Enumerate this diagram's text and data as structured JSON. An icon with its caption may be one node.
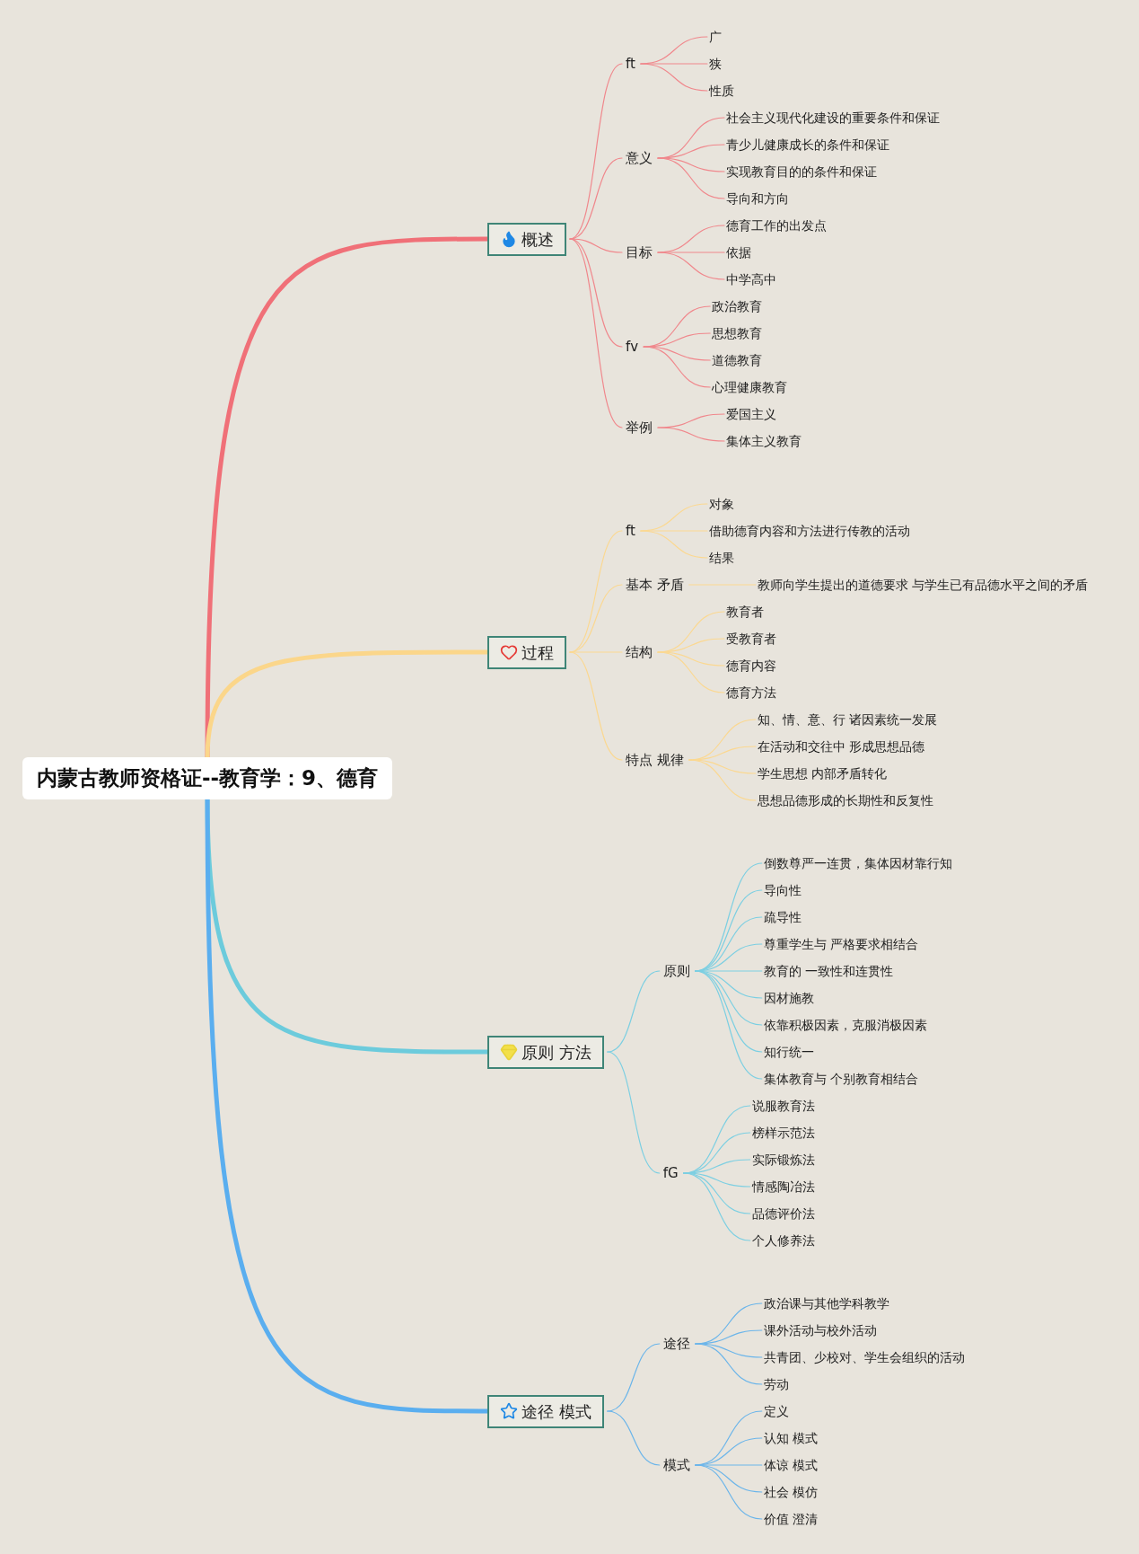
{
  "diagram": {
    "nodes": [
      {
        "text": [
          "内蒙古教师资格证--教育学：9、德育"
        ]
      },
      {
        "text": [
          "概述"
        ]
      },
      {
        "text": [
          "ft"
        ]
      },
      {
        "text": [
          "广"
        ]
      },
      {
        "text": [
          "狭"
        ]
      },
      {
        "text": [
          "性质"
        ]
      },
      {
        "text": [
          "意义"
        ]
      },
      {
        "text": [
          "社会主义现代化建设的重要条件和保证"
        ]
      },
      {
        "text": [
          "青少儿健康成长的条件和保证"
        ]
      },
      {
        "text": [
          "实现教育目的的条件和保证"
        ]
      },
      {
        "text": [
          "导向和方向"
        ]
      },
      {
        "text": [
          "目标"
        ]
      },
      {
        "text": [
          "德育工作的出发点"
        ]
      },
      {
        "text": [
          "依据"
        ]
      },
      {
        "text": [
          "中学高中"
        ]
      },
      {
        "text": [
          "fv"
        ]
      },
      {
        "text": [
          "政治教育"
        ]
      },
      {
        "text": [
          "思想教育"
        ]
      },
      {
        "text": [
          "道德教育"
        ]
      },
      {
        "text": [
          "心理健康教育"
        ]
      },
      {
        "text": [
          "举例"
        ]
      },
      {
        "text": [
          "爱国主义"
        ]
      },
      {
        "text": [
          "集体主义教育"
        ]
      },
      {
        "text": [
          "过程"
        ]
      },
      {
        "text": [
          "ft"
        ]
      },
      {
        "text": [
          "对象"
        ]
      },
      {
        "text": [
          "借助德育内容和方法进行传教的活动"
        ]
      },
      {
        "text": [
          "结果"
        ]
      },
      {
        "text": [
          "基本 矛盾"
        ]
      },
      {
        "text": [
          "教师向学生提出的道德要求 与学生已有品德水平之间的矛盾"
        ]
      },
      {
        "text": [
          "结构"
        ]
      },
      {
        "text": [
          "教育者"
        ]
      },
      {
        "text": [
          "受教育者"
        ]
      },
      {
        "text": [
          "德育内容"
        ]
      },
      {
        "text": [
          "德育方法"
        ]
      },
      {
        "text": [
          "特点 规律"
        ]
      },
      {
        "text": [
          "知、情、意、行 诸因素统一发展"
        ]
      },
      {
        "text": [
          "在活动和交往中 形成思想品德"
        ]
      },
      {
        "text": [
          "学生思想 内部矛盾转化"
        ]
      },
      {
        "text": [
          "思想品德形成的长期性和反复性"
        ]
      },
      {
        "text": [
          "原则 方法"
        ]
      },
      {
        "text": [
          "原则"
        ]
      },
      {
        "text": [
          "倒数尊严一连贯，集体因材靠行知"
        ]
      },
      {
        "text": [
          "导向性"
        ]
      },
      {
        "text": [
          "疏导性"
        ]
      },
      {
        "text": [
          "尊重学生与 严格要求相结合"
        ]
      },
      {
        "text": [
          "教育的 一致性和连贯性"
        ]
      },
      {
        "text": [
          "因材施教"
        ]
      },
      {
        "text": [
          "依靠积极因素，克服消极因素"
        ]
      },
      {
        "text": [
          "知行统一"
        ]
      },
      {
        "text": [
          "集体教育与 个别教育相结合"
        ]
      },
      {
        "text": [
          "fG"
        ]
      },
      {
        "text": [
          "说服教育法"
        ]
      },
      {
        "text": [
          "榜样示范法"
        ]
      },
      {
        "text": [
          "实际锻炼法"
        ]
      },
      {
        "text": [
          "情感陶冶法"
        ]
      },
      {
        "text": [
          "品德评价法"
        ]
      },
      {
        "text": [
          "个人修养法"
        ]
      },
      {
        "text": [
          "途径 模式"
        ]
      },
      {
        "text": [
          "途径"
        ]
      },
      {
        "text": [
          "政治课与其他学科教学"
        ]
      },
      {
        "text": [
          "课外活动与校外活动"
        ]
      },
      {
        "text": [
          "共青团、少校对、学生会组织的活动"
        ]
      },
      {
        "text": [
          "劳动"
        ]
      },
      {
        "text": [
          "模式"
        ]
      },
      {
        "text": [
          "定义"
        ]
      },
      {
        "text": [
          "认知 模式"
        ]
      },
      {
        "text": [
          "体谅 模式"
        ]
      },
      {
        "text": [
          "社会 模仿"
        ]
      },
      {
        "text": [
          "价值 澄清"
        ]
      }
    ],
    "edges": [
      {
        "from": 0,
        "to": 1,
        "arrow": "none",
        "style": "thick",
        "color": "#f07078"
      },
      {
        "from": 0,
        "to": 23,
        "arrow": "none",
        "style": "thick",
        "color": "#fbd68a"
      },
      {
        "from": 0,
        "to": 40,
        "arrow": "none",
        "style": "thick",
        "color": "#6ccbdc"
      },
      {
        "from": 0,
        "to": 58,
        "arrow": "none",
        "style": "thick",
        "color": "#5aaeef"
      },
      {
        "from": 1,
        "to": 2,
        "arrow": "none",
        "color": "#f0878c"
      },
      {
        "from": 1,
        "to": 6,
        "arrow": "none",
        "color": "#f0878c"
      },
      {
        "from": 1,
        "to": 11,
        "arrow": "none",
        "color": "#f0878c"
      },
      {
        "from": 1,
        "to": 15,
        "arrow": "none",
        "color": "#f0878c"
      },
      {
        "from": 1,
        "to": 20,
        "arrow": "none",
        "color": "#f0878c"
      },
      {
        "from": 2,
        "to": 3,
        "arrow": "none",
        "color": "#f0878c"
      },
      {
        "from": 2,
        "to": 4,
        "arrow": "none",
        "color": "#f0878c"
      },
      {
        "from": 2,
        "to": 5,
        "arrow": "none",
        "color": "#f0878c"
      },
      {
        "from": 6,
        "to": 7,
        "arrow": "none",
        "color": "#f0878c"
      },
      {
        "from": 6,
        "to": 8,
        "arrow": "none",
        "color": "#f0878c"
      },
      {
        "from": 6,
        "to": 9,
        "arrow": "none",
        "color": "#f0878c"
      },
      {
        "from": 6,
        "to": 10,
        "arrow": "none",
        "color": "#f0878c"
      },
      {
        "from": 11,
        "to": 12,
        "arrow": "none",
        "color": "#f0878c"
      },
      {
        "from": 11,
        "to": 13,
        "arrow": "none",
        "color": "#f0878c"
      },
      {
        "from": 11,
        "to": 14,
        "arrow": "none",
        "color": "#f0878c"
      },
      {
        "from": 15,
        "to": 16,
        "arrow": "none",
        "color": "#f0878c"
      },
      {
        "from": 15,
        "to": 17,
        "arrow": "none",
        "color": "#f0878c"
      },
      {
        "from": 15,
        "to": 18,
        "arrow": "none",
        "color": "#f0878c"
      },
      {
        "from": 15,
        "to": 19,
        "arrow": "none",
        "color": "#f0878c"
      },
      {
        "from": 20,
        "to": 21,
        "arrow": "none",
        "color": "#f0878c"
      },
      {
        "from": 20,
        "to": 22,
        "arrow": "none",
        "color": "#f0878c"
      },
      {
        "from": 23,
        "to": 24,
        "arrow": "none",
        "color": "#fbd891"
      },
      {
        "from": 23,
        "to": 28,
        "arrow": "none",
        "color": "#fbd891"
      },
      {
        "from": 23,
        "to": 30,
        "arrow": "none",
        "color": "#fbd891"
      },
      {
        "from": 23,
        "to": 35,
        "arrow": "none",
        "color": "#fbd891"
      },
      {
        "from": 24,
        "to": 25,
        "arrow": "none",
        "color": "#fbd891"
      },
      {
        "from": 24,
        "to": 26,
        "arrow": "none",
        "color": "#fbd891"
      },
      {
        "from": 24,
        "to": 27,
        "arrow": "none",
        "color": "#fbd891"
      },
      {
        "from": 28,
        "to": 29,
        "arrow": "none",
        "color": "#fbd891"
      },
      {
        "from": 30,
        "to": 31,
        "arrow": "none",
        "color": "#fbd891"
      },
      {
        "from": 30,
        "to": 32,
        "arrow": "none",
        "color": "#fbd891"
      },
      {
        "from": 30,
        "to": 33,
        "arrow": "none",
        "color": "#fbd891"
      },
      {
        "from": 30,
        "to": 34,
        "arrow": "none",
        "color": "#fbd891"
      },
      {
        "from": 35,
        "to": 36,
        "arrow": "none",
        "color": "#fbd891"
      },
      {
        "from": 35,
        "to": 37,
        "arrow": "none",
        "color": "#fbd891"
      },
      {
        "from": 35,
        "to": 38,
        "arrow": "none",
        "color": "#fbd891"
      },
      {
        "from": 35,
        "to": 39,
        "arrow": "none",
        "color": "#fbd891"
      },
      {
        "from": 40,
        "to": 41,
        "arrow": "none",
        "color": "#7ccfe2"
      },
      {
        "from": 40,
        "to": 51,
        "arrow": "none",
        "color": "#7ccfe2"
      },
      {
        "from": 41,
        "to": 42,
        "arrow": "none",
        "color": "#7ccfe2"
      },
      {
        "from": 41,
        "to": 43,
        "arrow": "none",
        "color": "#7ccfe2"
      },
      {
        "from": 41,
        "to": 44,
        "arrow": "none",
        "color": "#7ccfe2"
      },
      {
        "from": 41,
        "to": 45,
        "arrow": "none",
        "color": "#7ccfe2"
      },
      {
        "from": 41,
        "to": 46,
        "arrow": "none",
        "color": "#7ccfe2"
      },
      {
        "from": 41,
        "to": 47,
        "arrow": "none",
        "color": "#7ccfe2"
      },
      {
        "from": 41,
        "to": 48,
        "arrow": "none",
        "color": "#7ccfe2"
      },
      {
        "from": 41,
        "to": 49,
        "arrow": "none",
        "color": "#7ccfe2"
      },
      {
        "from": 41,
        "to": 50,
        "arrow": "none",
        "color": "#7ccfe2"
      },
      {
        "from": 51,
        "to": 52,
        "arrow": "none",
        "color": "#7ccfe2"
      },
      {
        "from": 51,
        "to": 53,
        "arrow": "none",
        "color": "#7ccfe2"
      },
      {
        "from": 51,
        "to": 54,
        "arrow": "none",
        "color": "#7ccfe2"
      },
      {
        "from": 51,
        "to": 55,
        "arrow": "none",
        "color": "#7ccfe2"
      },
      {
        "from": 51,
        "to": 56,
        "arrow": "none",
        "color": "#7ccfe2"
      },
      {
        "from": 51,
        "to": 57,
        "arrow": "none",
        "color": "#7ccfe2"
      },
      {
        "from": 58,
        "to": 59,
        "arrow": "none",
        "color": "#6bb5ea"
      },
      {
        "from": 58,
        "to": 64,
        "arrow": "none",
        "color": "#6bb5ea"
      },
      {
        "from": 59,
        "to": 60,
        "arrow": "none",
        "color": "#6bb5ea"
      },
      {
        "from": 59,
        "to": 61,
        "arrow": "none",
        "color": "#6bb5ea"
      },
      {
        "from": 59,
        "to": 62,
        "arrow": "none",
        "color": "#6bb5ea"
      },
      {
        "from": 59,
        "to": 63,
        "arrow": "none",
        "color": "#6bb5ea"
      },
      {
        "from": 64,
        "to": 65,
        "arrow": "none",
        "color": "#6bb5ea"
      },
      {
        "from": 64,
        "to": 66,
        "arrow": "none",
        "color": "#6bb5ea"
      },
      {
        "from": 64,
        "to": 67,
        "arrow": "none",
        "color": "#6bb5ea"
      },
      {
        "from": 64,
        "to": 68,
        "arrow": "none",
        "color": "#6bb5ea"
      },
      {
        "from": 64,
        "to": 69,
        "arrow": "none",
        "color": "#6bb5ea"
      }
    ]
  }
}
